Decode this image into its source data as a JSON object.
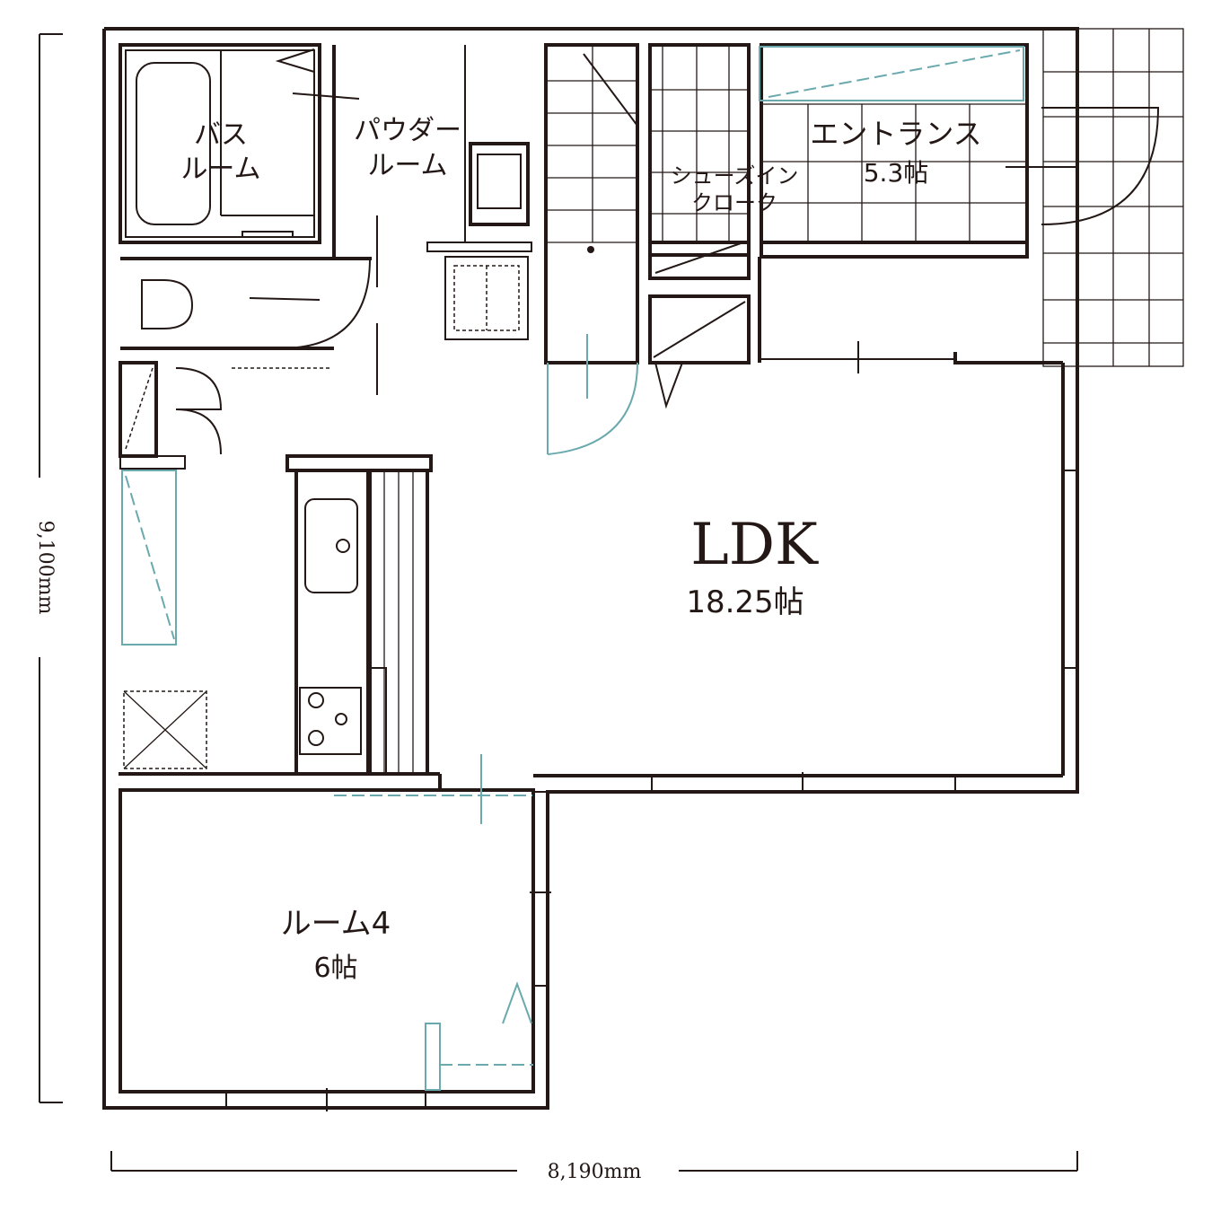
{
  "rooms": {
    "bath": {
      "line1": "バス",
      "line2": "ルーム"
    },
    "powder": {
      "line1": "パウダー",
      "line2": "ルーム"
    },
    "shoe_closet": {
      "line1": "シューズイン",
      "line2": "クローク"
    },
    "entrance": {
      "label": "エントランス",
      "area": "5.3帖"
    },
    "ldk": {
      "label": "LDK",
      "area": "18.25帖"
    },
    "room4": {
      "label": "ルーム4",
      "area": "6帖"
    }
  },
  "dimensions": {
    "height": "9,100mm",
    "width": "8,190mm"
  },
  "colors": {
    "line": "#231815",
    "accent": "#6aa9ad",
    "background": "#ffffff"
  }
}
